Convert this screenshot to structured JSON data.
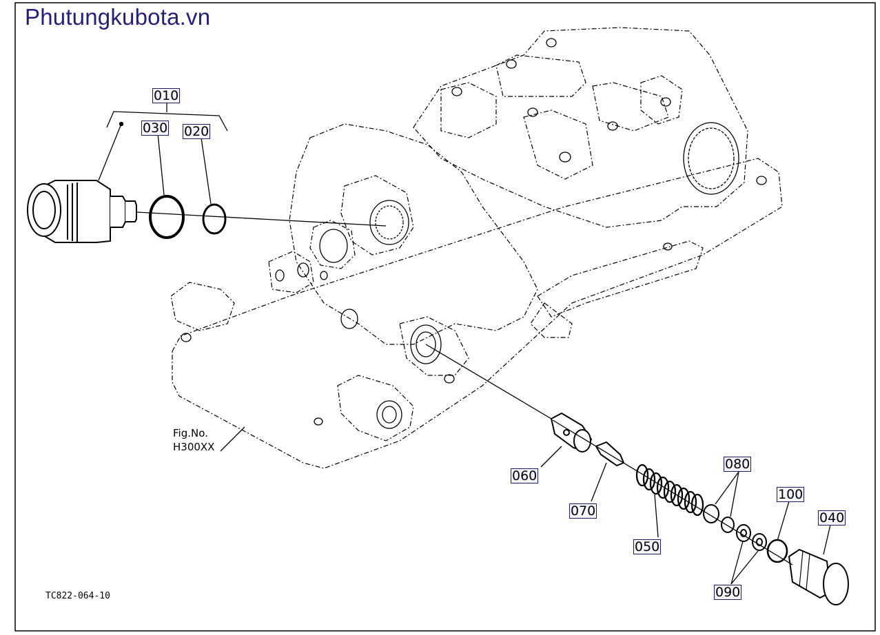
{
  "site": {
    "watermark": "Phutungkubota.vn"
  },
  "figure_ref": {
    "line1": "Fig.No.",
    "line2": "H300XX"
  },
  "drawing_code": "TC822-064-10",
  "callouts": {
    "c010": "010",
    "c020": "020",
    "c030": "030",
    "c040": "040",
    "c050": "050",
    "c060": "060",
    "c070": "070",
    "c080": "080",
    "c090": "090",
    "c100": "100"
  },
  "colors": {
    "watermark": "#25207c",
    "callout_border": "#1a1a6e",
    "line": "#000000"
  }
}
